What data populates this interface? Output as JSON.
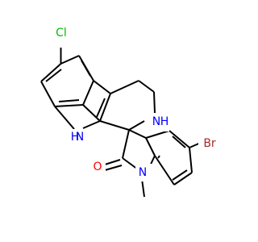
{
  "molecule": {
    "atoms": {
      "cl": {
        "text": "Cl",
        "color": "#00c000"
      },
      "nh_indole": {
        "text": "H",
        "n_text": "N",
        "color": "#0000ff"
      },
      "nh_ring": {
        "text": "H",
        "n_text": "N",
        "color": "#0000ff"
      },
      "o": {
        "text": "O",
        "color": "#ff0000"
      },
      "n_methyl": {
        "text": "N",
        "color": "#0000ff"
      },
      "br": {
        "text": "Br",
        "color": "#a52a2a"
      }
    },
    "bond_color": "#000000"
  }
}
